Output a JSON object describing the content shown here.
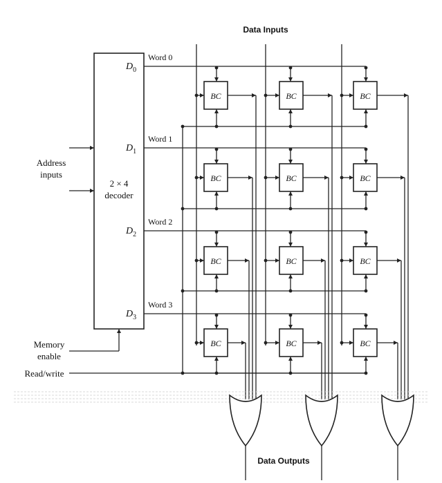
{
  "title": "Data Inputs",
  "footer": "Data Outputs",
  "decoder": {
    "name_line1": "2 × 4",
    "name_line2": "decoder",
    "outputs": [
      "D0",
      "D1",
      "D2",
      "D3"
    ]
  },
  "left_labels": {
    "address_line1": "Address",
    "address_line2": "inputs",
    "memory_line1": "Memory",
    "memory_line2": "enable",
    "read_write": "Read/write"
  },
  "words": [
    "Word 0",
    "Word 1",
    "Word 2",
    "Word 3"
  ],
  "cell_label": "BC",
  "colors": {
    "line": "#222222",
    "background": "#ffffff"
  }
}
